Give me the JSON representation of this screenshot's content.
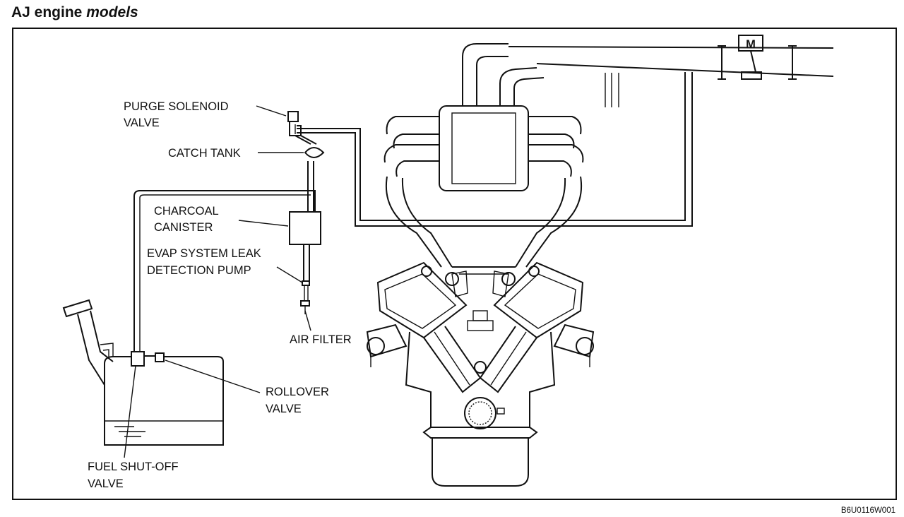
{
  "title": {
    "bold": "AJ engine ",
    "italic": "models"
  },
  "labels": {
    "purge_1": "PURGE SOLENOID",
    "purge_2": "VALVE",
    "catch_tank": "CATCH TANK",
    "charcoal_1": "CHARCOAL",
    "charcoal_2": "CANISTER",
    "evap_1": "EVAP SYSTEM LEAK",
    "evap_2": "DETECTION PUMP",
    "air_filter": "AIR FILTER",
    "rollover_1": "ROLLOVER",
    "rollover_2": "VALVE",
    "fuel_1": "FUEL SHUT-OFF",
    "fuel_2": "VALVE",
    "motor": "M"
  },
  "ref_code": "B6U0116W001"
}
